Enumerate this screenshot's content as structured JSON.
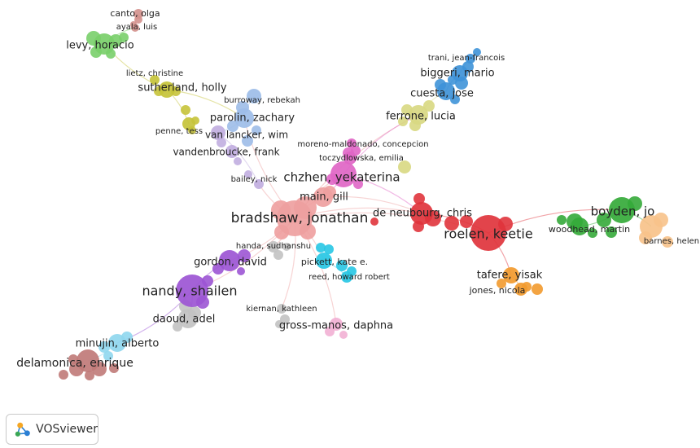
{
  "app": {
    "name": "VOSviewer"
  },
  "network": {
    "nodes": [
      {
        "id": "canto",
        "label": "canto, olga",
        "group": "brown"
      },
      {
        "id": "ayala",
        "label": "ayala, luis",
        "group": "brown"
      },
      {
        "id": "levy",
        "label": "levy, horacio",
        "group": "lgreen"
      },
      {
        "id": "lietz",
        "label": "lietz, christine",
        "group": "yellow"
      },
      {
        "id": "sutherland",
        "label": "sutherland, holly",
        "group": "yellow"
      },
      {
        "id": "penne",
        "label": "penne, tess",
        "group": "yellow"
      },
      {
        "id": "burroway",
        "label": "burroway, rebekah",
        "group": "lblue"
      },
      {
        "id": "parolin",
        "label": "parolin, zachary",
        "group": "lblue"
      },
      {
        "id": "vanlancker",
        "label": "van lancker, wim",
        "group": "lavender"
      },
      {
        "id": "vandenbroucke",
        "label": "vandenbroucke, frank",
        "group": "lavender"
      },
      {
        "id": "bailey",
        "label": "bailey, nick",
        "group": "lavender"
      },
      {
        "id": "trani",
        "label": "trani, jean-francois",
        "group": "blue"
      },
      {
        "id": "biggeri",
        "label": "biggeri, mario",
        "group": "blue"
      },
      {
        "id": "cuesta",
        "label": "cuesta, jose",
        "group": "blue"
      },
      {
        "id": "ferrone",
        "label": "ferrone, lucia",
        "group": "khaki"
      },
      {
        "id": "morenomaldonado",
        "label": "moreno-maldonado, concepcion",
        "group": "magenta"
      },
      {
        "id": "toczydlowska",
        "label": "toczydlowska, emilia",
        "group": "magenta"
      },
      {
        "id": "chzhen",
        "label": "chzhen, yekaterina",
        "group": "magenta"
      },
      {
        "id": "main",
        "label": "main, gill",
        "group": "pink"
      },
      {
        "id": "bradshaw",
        "label": "bradshaw, jonathan",
        "group": "pink"
      },
      {
        "id": "deneubourg",
        "label": "de neubourg, chris",
        "group": "red"
      },
      {
        "id": "roelen",
        "label": "roelen, keetie",
        "group": "red"
      },
      {
        "id": "boyden",
        "label": "boyden, jo",
        "group": "green"
      },
      {
        "id": "woodhead",
        "label": "woodhead, martin",
        "group": "green"
      },
      {
        "id": "barnes",
        "label": "barnes, helen",
        "group": "peach"
      },
      {
        "id": "handa",
        "label": "handa, sudhanshu",
        "group": "gray"
      },
      {
        "id": "gordon",
        "label": "gordon, david",
        "group": "purple"
      },
      {
        "id": "pickett",
        "label": "pickett, kate e.",
        "group": "cyan"
      },
      {
        "id": "reed",
        "label": "reed, howard robert",
        "group": "cyan"
      },
      {
        "id": "tafere",
        "label": "tafere, yisak",
        "group": "orange"
      },
      {
        "id": "jones",
        "label": "jones, nicola",
        "group": "orange"
      },
      {
        "id": "nandy",
        "label": "nandy, shailen",
        "group": "purple"
      },
      {
        "id": "kiernan",
        "label": "kiernan, kathleen",
        "group": "gray"
      },
      {
        "id": "daoud",
        "label": "daoud, adel",
        "group": "gray"
      },
      {
        "id": "grossmanos",
        "label": "gross-manos, daphna",
        "group": "pinklight"
      },
      {
        "id": "minujin",
        "label": "minujin, alberto",
        "group": "skyblue"
      },
      {
        "id": "delamonica",
        "label": "delamonica, enrique",
        "group": "rosybrown"
      }
    ],
    "edges": [
      [
        "bradshaw",
        "main"
      ],
      [
        "bradshaw",
        "chzhen"
      ],
      [
        "bradshaw",
        "deneubourg"
      ],
      [
        "bradshaw",
        "roelen"
      ],
      [
        "bradshaw",
        "nandy"
      ],
      [
        "bradshaw",
        "gordon"
      ],
      [
        "bradshaw",
        "handa"
      ],
      [
        "bradshaw",
        "pickett"
      ],
      [
        "bradshaw",
        "kiernan"
      ],
      [
        "bradshaw",
        "grossmanos"
      ],
      [
        "bradshaw",
        "bailey"
      ],
      [
        "bradshaw",
        "parolin"
      ],
      [
        "bradshaw",
        "ferrone"
      ],
      [
        "main",
        "deneubourg"
      ],
      [
        "chzhen",
        "main"
      ],
      [
        "chzhen",
        "ferrone"
      ],
      [
        "chzhen",
        "deneubourg"
      ],
      [
        "deneubourg",
        "roelen"
      ],
      [
        "roelen",
        "boyden"
      ],
      [
        "roelen",
        "tafere"
      ],
      [
        "boyden",
        "woodhead"
      ],
      [
        "boyden",
        "barnes"
      ],
      [
        "nandy",
        "gordon"
      ],
      [
        "nandy",
        "daoud"
      ],
      [
        "nandy",
        "minujin"
      ],
      [
        "minujin",
        "delamonica"
      ],
      [
        "ferrone",
        "cuesta"
      ],
      [
        "cuesta",
        "biggeri"
      ],
      [
        "biggeri",
        "trani"
      ],
      [
        "sutherland",
        "penne"
      ],
      [
        "sutherland",
        "levy"
      ],
      [
        "levy",
        "ayala"
      ],
      [
        "ayala",
        "canto"
      ],
      [
        "parolin",
        "vanlancker"
      ],
      [
        "vanlancker",
        "bailey"
      ],
      [
        "parolin",
        "burroway"
      ],
      [
        "sutherland",
        "parolin"
      ],
      [
        "tafere",
        "jones"
      ],
      [
        "pickett",
        "reed"
      ]
    ]
  }
}
